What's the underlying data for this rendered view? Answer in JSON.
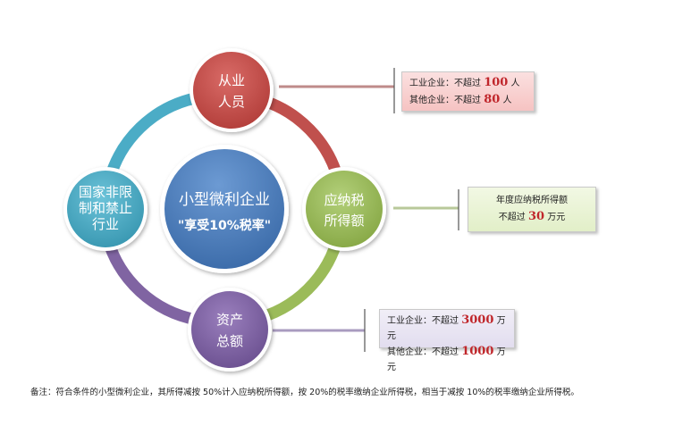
{
  "center": {
    "line1": "小型微利企业",
    "line2": "\"享受10%税率\""
  },
  "nodes": {
    "people": {
      "line1": "从业",
      "line2": "人员"
    },
    "tax": {
      "line1": "应纳税",
      "line2": "所得额"
    },
    "assets": {
      "line1": "资产",
      "line2": "总额"
    },
    "industry": {
      "line1": "国家非限",
      "line2": "制和禁止",
      "line3": "行业"
    }
  },
  "boxes": {
    "people": {
      "row1_prefix": "工业企业：不超过",
      "row1_value": "100",
      "row1_unit": "人",
      "row2_prefix": "其他企业：不超过",
      "row2_value": "80",
      "row2_unit": "人"
    },
    "tax": {
      "row1": "年度应纳税所得额",
      "row2_prefix": "不超过",
      "row2_value": "30",
      "row2_unit": "万元"
    },
    "assets": {
      "row1_prefix": "工业企业：不超过",
      "row1_value": "3000",
      "row1_unit": "万元",
      "row2_prefix": "其他企业：不超过",
      "row2_value": "1000",
      "row2_unit": "万元"
    }
  },
  "footnote": "备注：符合条件的小型微利企业，其所得减按 50%计入应纳税所得额，按 20%的税率缴纳企业所得税，相当于减按 10%的税率缴纳企业所得税。",
  "colors": {
    "people": "#c0504d",
    "tax": "#9bbb59",
    "assets": "#8064a2",
    "industry": "#4bacc6",
    "center": "#4f81bd",
    "value_red": "#c0262b"
  }
}
